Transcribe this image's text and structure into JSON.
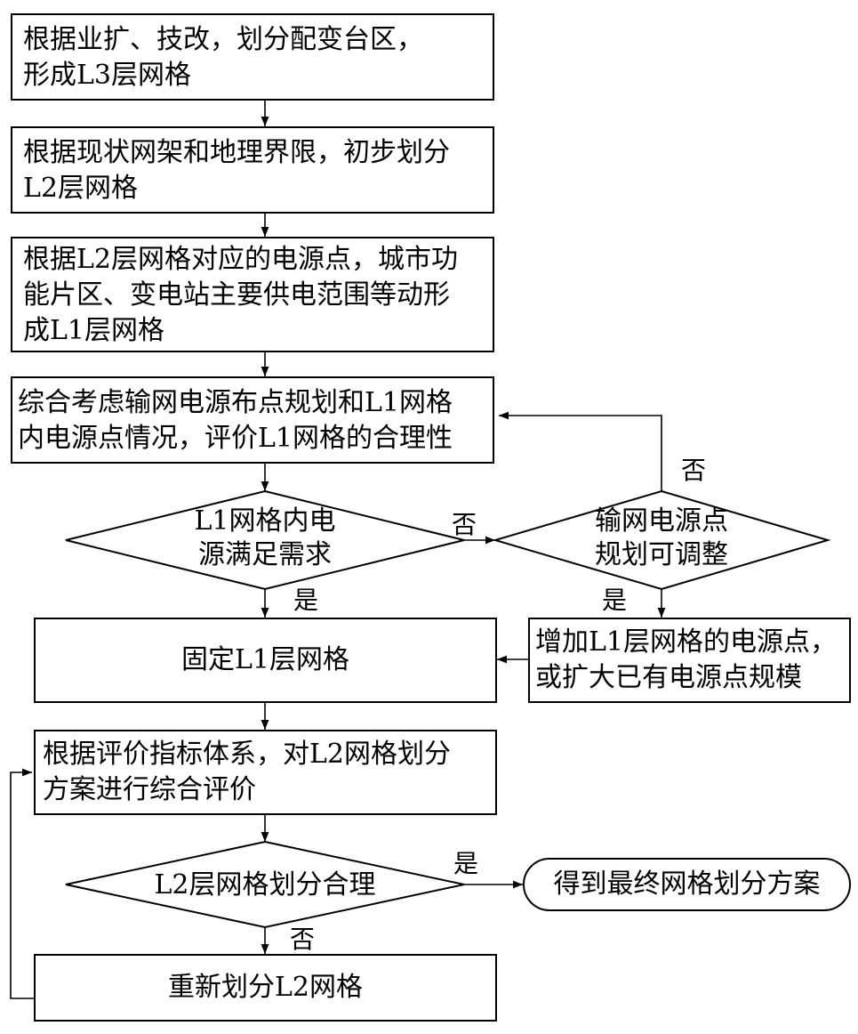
{
  "steps": {
    "s1": [
      "根据业扩、技改，划分配变台区，",
      "形成L3层网格"
    ],
    "s2": [
      "根据现状网架和地理界限，初步划分",
      "L2层网格"
    ],
    "s3": [
      "根据L2层网格对应的电源点，城市功",
      "能片区、变电站主要供电范围等动形",
      "成L1层网格"
    ],
    "s4": [
      "综合考虑输网电源布点规划和L1网格",
      "内电源点情况，评价L1网格的合理性"
    ],
    "d1": [
      "L1网格内电",
      "源满足需求"
    ],
    "d2": [
      "输网电源点",
      "规划可调整"
    ],
    "s5": "固定L1层网格",
    "s6": [
      "增加L1层网格的电源点，",
      "或扩大已有电源点规模"
    ],
    "s7": [
      "根据评价指标体系，对L2网格划分",
      "方案进行综合评价"
    ],
    "d3": "L2层网格划分合理",
    "end": "得到最终网格划分方案",
    "s8": "重新划分L2网格"
  },
  "labels": {
    "d1_no": "否",
    "d1_yes": "是",
    "d2_no": "否",
    "d2_yes": "是",
    "d3_yes": "是",
    "d3_no": "否"
  }
}
